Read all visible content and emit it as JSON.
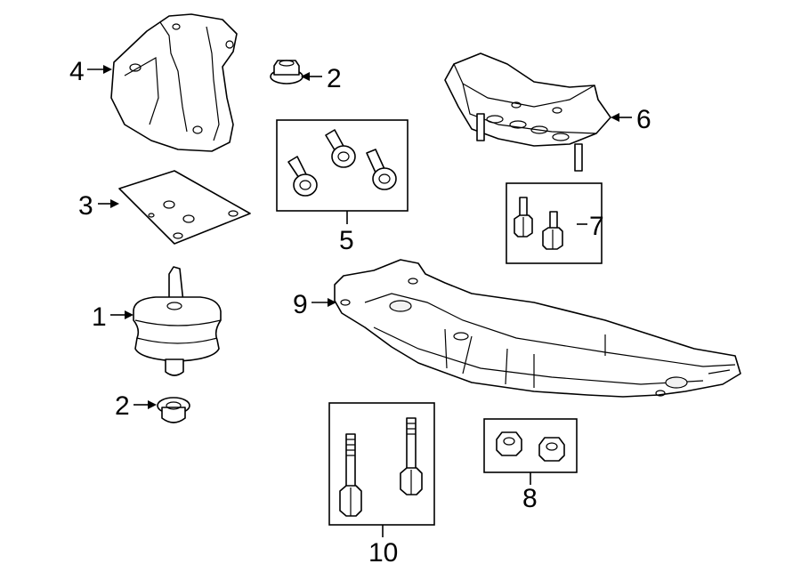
{
  "callouts": {
    "c1": "1",
    "c2_top": "2",
    "c2_bottom": "2",
    "c3": "3",
    "c4": "4",
    "c5": "5",
    "c6": "6",
    "c7": "7",
    "c8": "8",
    "c9": "9",
    "c10": "10"
  }
}
